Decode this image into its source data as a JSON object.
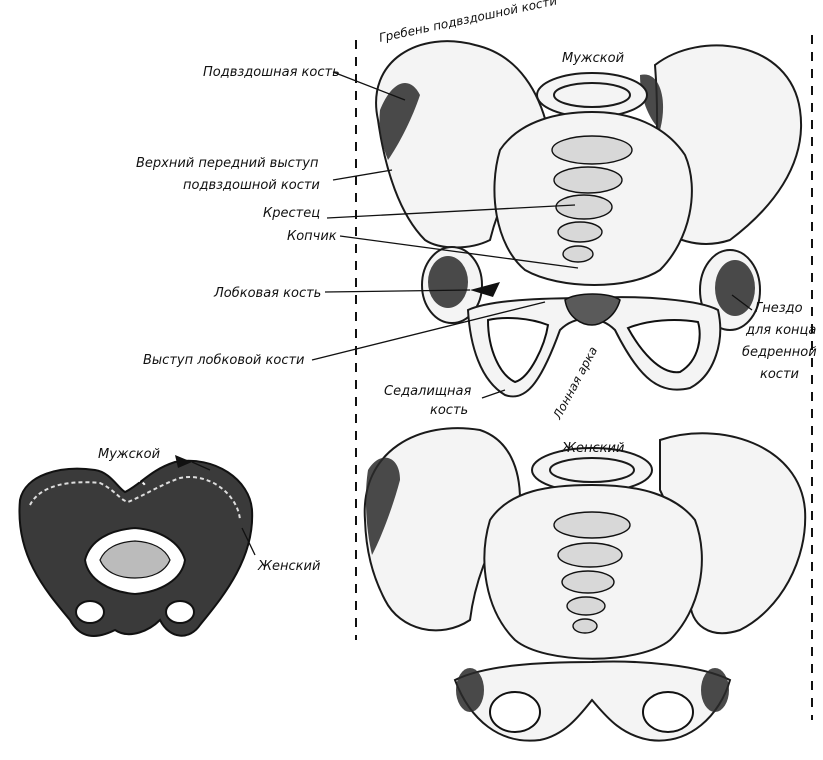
{
  "labels": {
    "iliac_crest": "Гребень подвздошной кости",
    "male_main": "Мужской",
    "ilium": "Подвздошная кость",
    "anterior_spine_line1": "Верхний передний выступ",
    "anterior_spine_line2": "подвздошной кости",
    "sacrum": "Крестец",
    "coccyx": "Копчик",
    "pubis": "Лобковая кость",
    "pubic_tubercle": "Выступ лобковой кости",
    "ischium_line1": "Седалищная",
    "ischium_line2": "кость",
    "pubic_arch": "Лонная арка",
    "socket_line1": "Гнездо",
    "socket_line2": "для конца",
    "socket_line3": "бедренной",
    "socket_line4": "кости",
    "female_main": "Женский",
    "male_small": "Мужской",
    "female_small": "Женский"
  }
}
